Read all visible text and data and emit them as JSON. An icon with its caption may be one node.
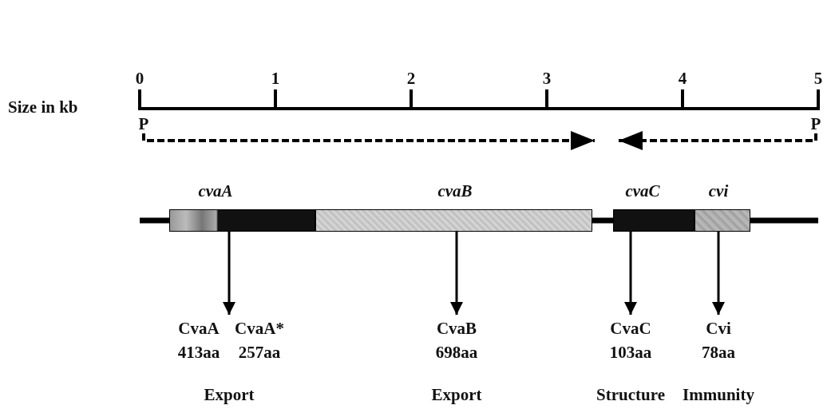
{
  "diagram": {
    "nodes": [
      {
        "text": [
          "P"
        ]
      },
      {
        "text": [
          "P"
        ]
      },
      {
        "text": [
          "cvaA"
        ]
      },
      {
        "text": [
          "cvaB"
        ]
      },
      {
        "text": [
          "cvaC"
        ]
      },
      {
        "text": [
          "cvi"
        ]
      },
      {
        "text": [
          "CvaA 413aa",
          "CvaA* 257aa"
        ],
        "beside": [
          "Export"
        ]
      },
      {
        "text": [
          "CvaB 698aa"
        ],
        "beside": [
          "Export"
        ]
      },
      {
        "text": [
          "CvaC 103aa"
        ],
        "beside": [
          "Structure"
        ]
      },
      {
        "text": [
          "Cvi 78aa"
        ],
        "beside": [
          "Immunity"
        ]
      }
    ],
    "edges": [
      {
        "from": 0,
        "to": null,
        "arrow": "to",
        "style": "dashed"
      },
      {
        "from": 1,
        "to": null,
        "arrow": "to",
        "style": "dashed"
      },
      {
        "from": 2,
        "to": 6,
        "arrow": "to"
      },
      {
        "from": 3,
        "to": 7,
        "arrow": "to"
      },
      {
        "from": 4,
        "to": 8,
        "arrow": "to"
      },
      {
        "from": 5,
        "to": 9,
        "arrow": "to"
      }
    ],
    "labels": [
      "0",
      "1",
      "2",
      "3",
      "4",
      "5",
      "Size in kb"
    ]
  }
}
